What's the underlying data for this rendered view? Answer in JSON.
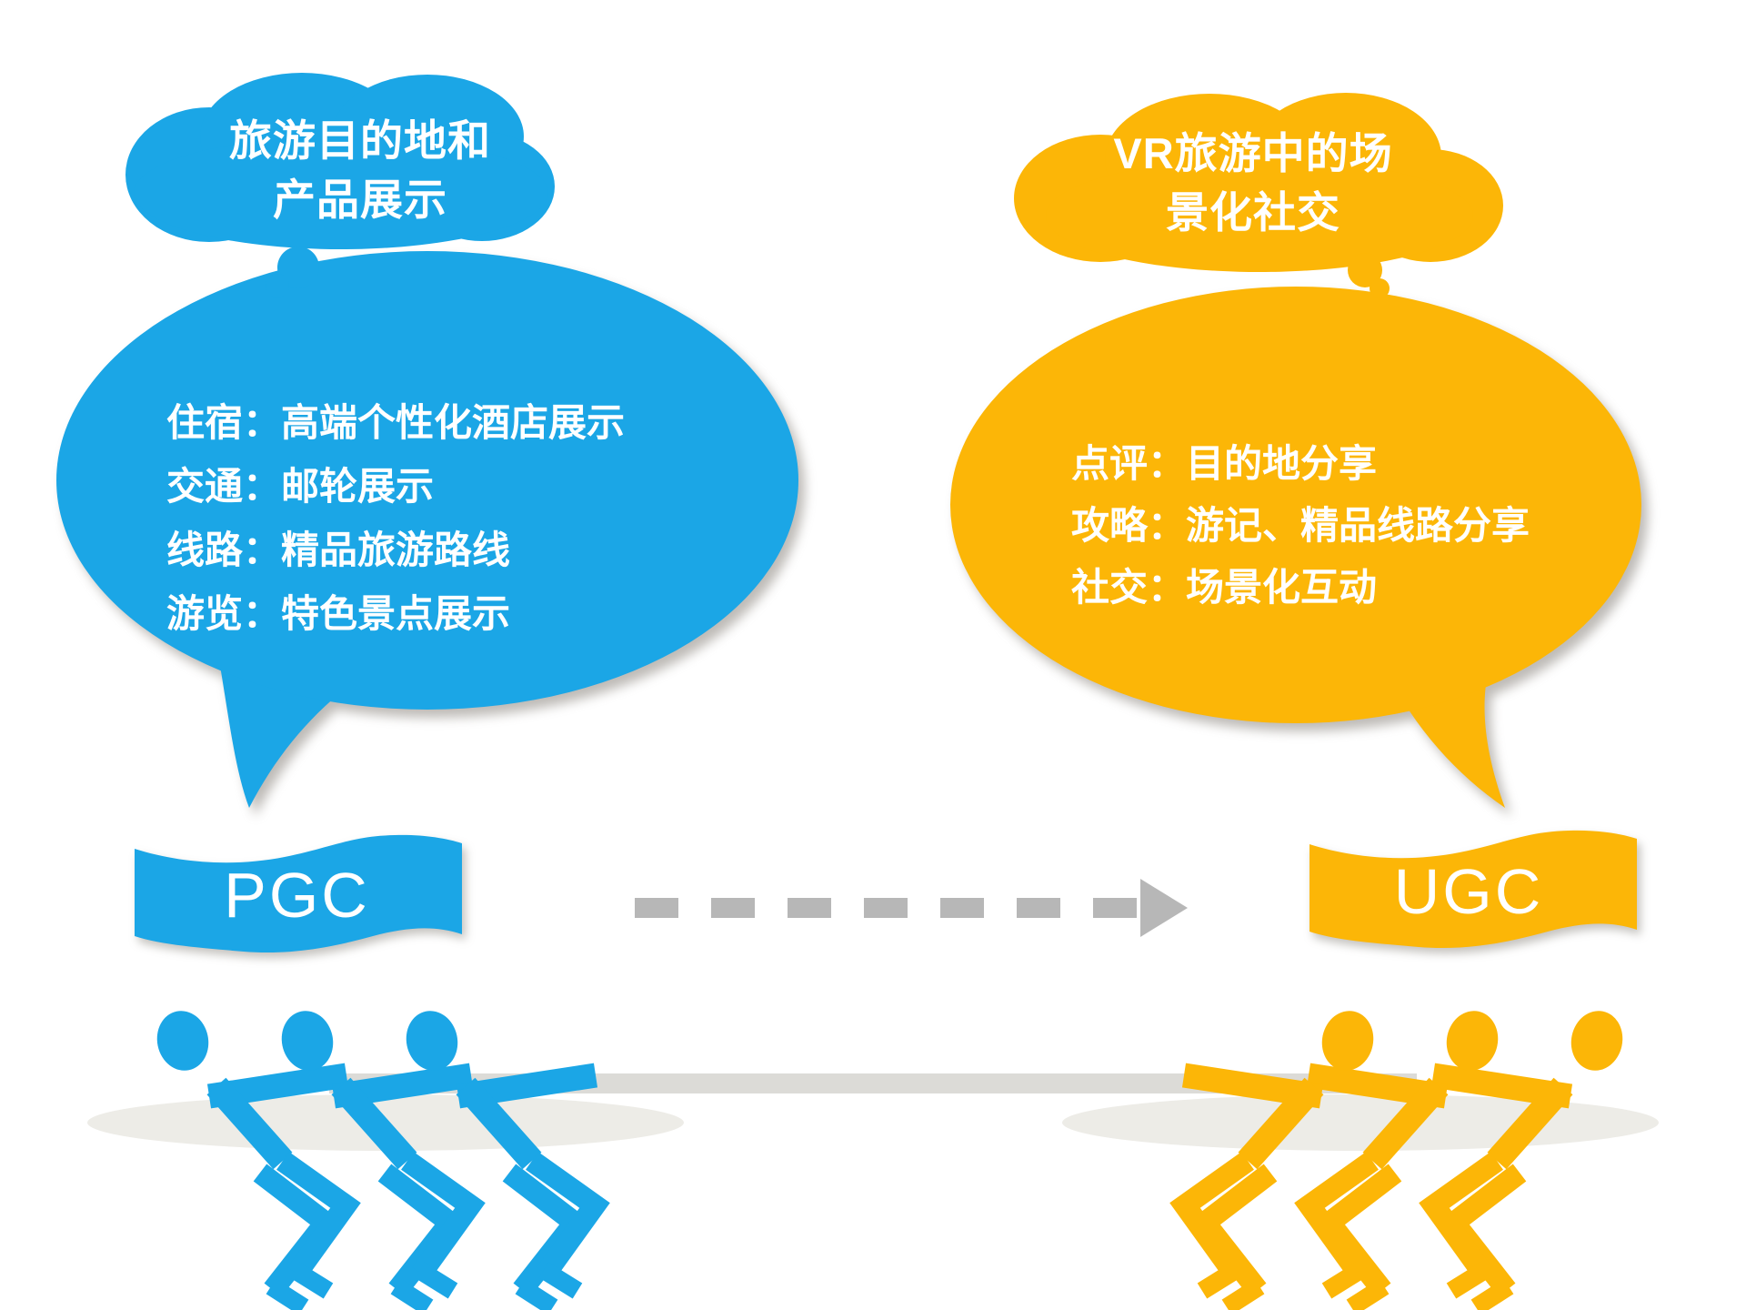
{
  "colors": {
    "blue": "#1BA6E6",
    "yellow": "#FCB607",
    "text_white": "#FFFFFF",
    "arrow_gray": "#B7B7B7",
    "rope_gray": "#DCDBD7",
    "ground_shadow": "#EDECE7"
  },
  "left": {
    "cloud": {
      "line1": "旅游目的地和",
      "line2": "产品展示"
    },
    "bubble": {
      "lines": [
        "住宿：高端个性化酒店展示",
        "交通：邮轮展示",
        "线路：精品旅游路线",
        "游览：特色景点展示"
      ]
    },
    "flag": {
      "label": "PGC"
    }
  },
  "right": {
    "cloud": {
      "line1": "VR旅游中的场",
      "line2": "景化社交"
    },
    "bubble": {
      "lines": [
        "点评：目的地分享",
        "攻略：游记、精品线路分享",
        "社交：场景化互动"
      ]
    },
    "flag": {
      "label": "UGC"
    }
  }
}
